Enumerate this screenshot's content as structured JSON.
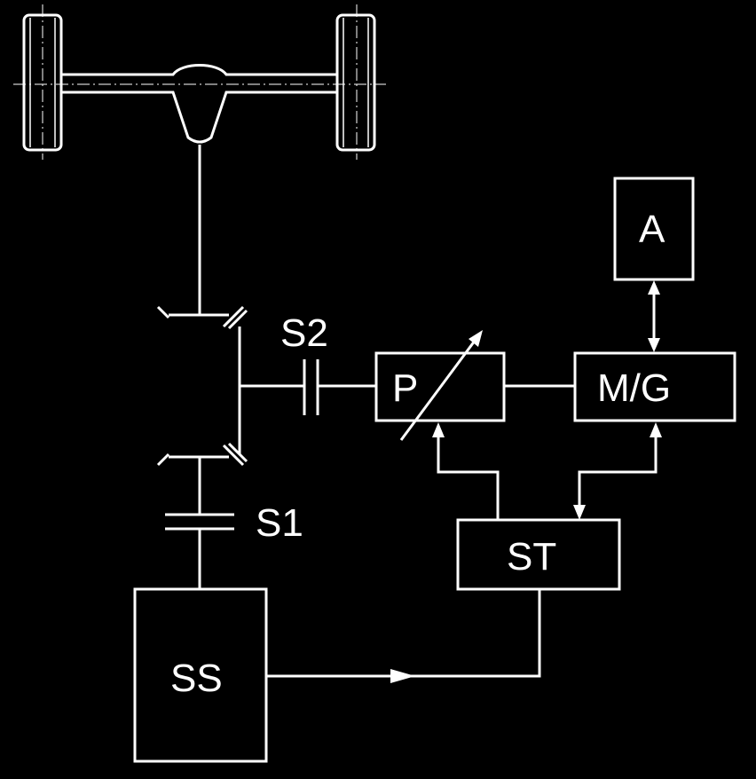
{
  "diagram": {
    "labels": {
      "A": "A",
      "S2": "S2",
      "P": "P",
      "MG": "M/G",
      "S1": "S1",
      "ST": "ST",
      "SS": "SS"
    }
  }
}
